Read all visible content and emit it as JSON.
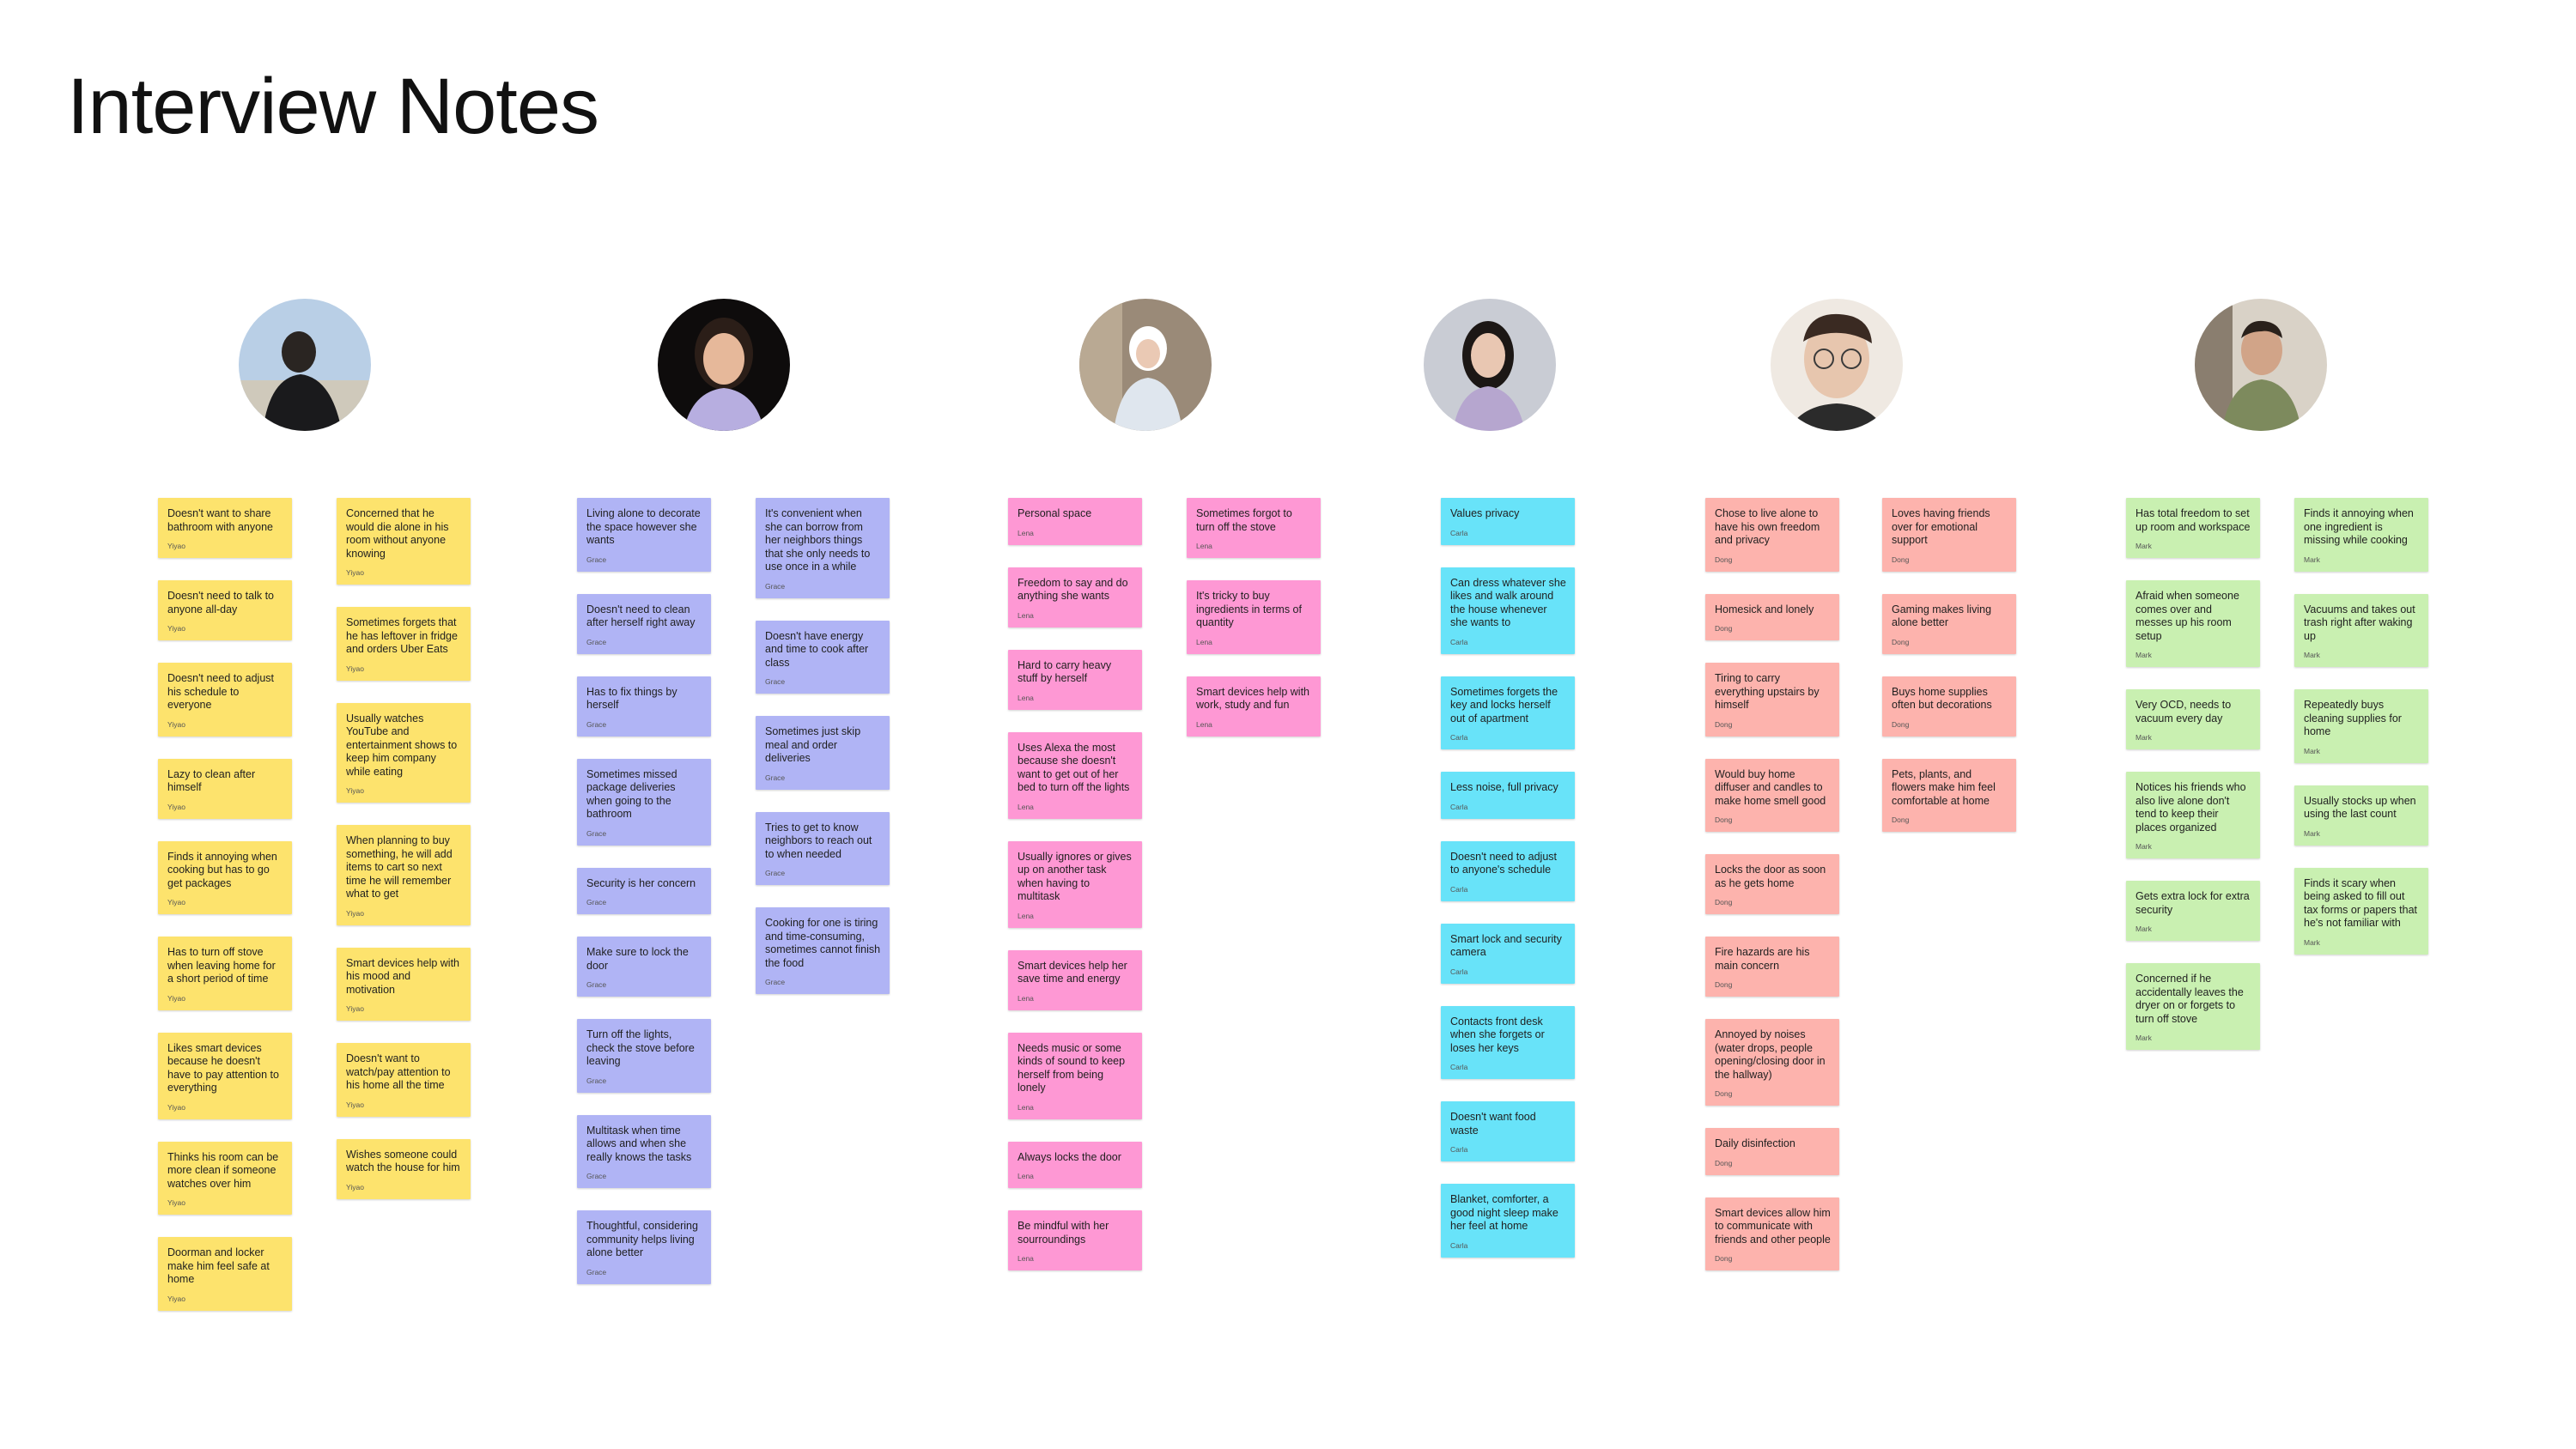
{
  "page": {
    "title": "Interview Notes"
  },
  "colors": {
    "yiyao": "#fde36d",
    "grace": "#b0b4f5",
    "lena": "#fe98d4",
    "carla": "#68e3f9",
    "dong": "#fdb3ad",
    "mark": "#c9f0b1"
  },
  "avatars": [
    {
      "person": "Yiyao",
      "icon": "avatar-photo"
    },
    {
      "person": "Grace",
      "icon": "avatar-photo"
    },
    {
      "person": "Lena",
      "icon": "avatar-photo"
    },
    {
      "person": "Carla",
      "icon": "avatar-photo"
    },
    {
      "person": "Dong",
      "icon": "avatar-photo"
    },
    {
      "person": "Mark",
      "icon": "avatar-photo"
    }
  ],
  "columns": [
    {
      "notes": [
        {
          "text": "Doesn't want to share bathroom with anyone",
          "author": "Yiyao"
        },
        {
          "text": "Doesn't need to talk to anyone all-day",
          "author": "Yiyao"
        },
        {
          "text": "Doesn't need to adjust his schedule to everyone",
          "author": "Yiyao"
        },
        {
          "text": "Lazy to clean after himself",
          "author": "Yiyao"
        },
        {
          "text": "Finds it annoying when cooking but has to go get packages",
          "author": "Yiyao"
        },
        {
          "text": "Has to turn off stove when leaving home for a short period of time",
          "author": "Yiyao"
        },
        {
          "text": "Likes smart devices because he doesn't have to pay attention to everything",
          "author": "Yiyao"
        },
        {
          "text": "Thinks his room can be more clean if someone watches over him",
          "author": "Yiyao"
        },
        {
          "text": "Doorman and locker make him feel safe at home",
          "author": "Yiyao"
        }
      ]
    },
    {
      "notes": [
        {
          "text": "Concerned that he would die alone in his room without anyone knowing",
          "author": "Yiyao"
        },
        {
          "text": "Sometimes forgets that he has leftover in fridge and orders Uber Eats",
          "author": "Yiyao"
        },
        {
          "text": "Usually watches YouTube and entertainment shows to keep him company while eating",
          "author": "Yiyao"
        },
        {
          "text": "When planning to buy something, he will add items to cart so next time he will remember what to get",
          "author": "Yiyao"
        },
        {
          "text": "Smart devices help with his mood and motivation",
          "author": "Yiyao"
        },
        {
          "text": "Doesn't want to watch/pay attention to his home all the time",
          "author": "Yiyao"
        },
        {
          "text": "Wishes someone could watch the house for him",
          "author": "Yiyao"
        }
      ]
    },
    {
      "notes": [
        {
          "text": "Living alone to decorate the space however she wants",
          "author": "Grace"
        },
        {
          "text": "Doesn't need to clean after herself right away",
          "author": "Grace"
        },
        {
          "text": "Has to fix things by herself",
          "author": "Grace"
        },
        {
          "text": "Sometimes missed package deliveries when going to the bathroom",
          "author": "Grace"
        },
        {
          "text": "Security is her concern",
          "author": "Grace"
        },
        {
          "text": "Make sure to lock the door",
          "author": "Grace"
        },
        {
          "text": "Turn off the lights, check the stove before leaving",
          "author": "Grace"
        },
        {
          "text": "Multitask when time allows and when she really knows the tasks",
          "author": "Grace"
        },
        {
          "text": "Thoughtful, considering community helps living alone better",
          "author": "Grace"
        }
      ]
    },
    {
      "notes": [
        {
          "text": "It's convenient when she can borrow from her neighbors things that she only needs to use once in a while",
          "author": "Grace"
        },
        {
          "text": "Doesn't have energy and time to cook after class",
          "author": "Grace"
        },
        {
          "text": "Sometimes just skip meal and order deliveries",
          "author": "Grace"
        },
        {
          "text": "Tries to get to know neighbors to reach out to when needed",
          "author": "Grace"
        },
        {
          "text": "Cooking for one is tiring and time-consuming, sometimes cannot finish the food",
          "author": "Grace"
        }
      ]
    },
    {
      "notes": [
        {
          "text": "Personal space",
          "author": "Lena"
        },
        {
          "text": "Freedom to say and do anything she wants",
          "author": "Lena"
        },
        {
          "text": "Hard to carry heavy stuff by herself",
          "author": "Lena"
        },
        {
          "text": "Uses Alexa the most because she doesn't want to get out of her bed to turn off the lights",
          "author": "Lena"
        },
        {
          "text": "Usually ignores or gives up on another task when having to multitask",
          "author": "Lena"
        },
        {
          "text": "Smart devices help her save time and energy",
          "author": "Lena"
        },
        {
          "text": "Needs music or some kinds of sound to keep herself from being lonely",
          "author": "Lena"
        },
        {
          "text": "Always locks the door",
          "author": "Lena"
        },
        {
          "text": "Be mindful with her sourroundings",
          "author": "Lena"
        }
      ]
    },
    {
      "notes": [
        {
          "text": "Sometimes forgot to turn off the stove",
          "author": "Lena"
        },
        {
          "text": "It's tricky to buy ingredients in terms of quantity",
          "author": "Lena"
        },
        {
          "text": "Smart devices help with work, study and fun",
          "author": "Lena"
        }
      ]
    },
    {
      "notes": [
        {
          "text": "Values privacy",
          "author": "Carla"
        },
        {
          "text": "Can dress whatever she likes and walk around the house whenever she wants to",
          "author": "Carla"
        },
        {
          "text": "Sometimes forgets the key and locks herself out of apartment",
          "author": "Carla"
        },
        {
          "text": "Less noise, full privacy",
          "author": "Carla"
        },
        {
          "text": "Doesn't need to adjust to anyone's schedule",
          "author": "Carla"
        },
        {
          "text": "Smart lock and security camera",
          "author": "Carla"
        },
        {
          "text": "Contacts front desk when she forgets or loses her keys",
          "author": "Carla"
        },
        {
          "text": "Doesn't want food waste",
          "author": "Carla"
        },
        {
          "text": "Blanket, comforter, a good night sleep make her feel at home",
          "author": "Carla"
        }
      ]
    },
    {
      "notes": [
        {
          "text": "Chose to live alone to have his own freedom and privacy",
          "author": "Dong"
        },
        {
          "text": "Homesick and lonely",
          "author": "Dong"
        },
        {
          "text": "Tiring to carry everything upstairs by himself",
          "author": "Dong"
        },
        {
          "text": "Would buy home diffuser and candles to make home smell good",
          "author": "Dong"
        },
        {
          "text": "Locks the door as soon as he gets home",
          "author": "Dong"
        },
        {
          "text": "Fire hazards are his main concern",
          "author": "Dong"
        },
        {
          "text": "Annoyed by noises (water drops, people opening/closing door in the hallway)",
          "author": "Dong"
        },
        {
          "text": "Daily disinfection",
          "author": "Dong"
        },
        {
          "text": "Smart devices allow him to communicate with friends and other people",
          "author": "Dong"
        }
      ]
    },
    {
      "notes": [
        {
          "text": "Loves having friends over for emotional support",
          "author": "Dong"
        },
        {
          "text": "Gaming makes living alone better",
          "author": "Dong"
        },
        {
          "text": "Buys home supplies often but decorations",
          "author": "Dong"
        },
        {
          "text": "Pets, plants, and flowers make him feel comfortable at home",
          "author": "Dong"
        }
      ]
    },
    {
      "notes": [
        {
          "text": "Has total freedom to set up room and workspace",
          "author": "Mark"
        },
        {
          "text": "Afraid when someone comes over and messes up his room setup",
          "author": "Mark"
        },
        {
          "text": "Very OCD, needs to vacuum every day",
          "author": "Mark"
        },
        {
          "text": "Notices his friends who also live alone don't tend to keep their places organized",
          "author": "Mark"
        },
        {
          "text": "Gets extra lock for extra security",
          "author": "Mark"
        },
        {
          "text": "Concerned if he accidentally leaves the dryer on or forgets to turn off stove",
          "author": "Mark"
        }
      ]
    },
    {
      "notes": [
        {
          "text": "Finds it annoying when one ingredient is missing while cooking",
          "author": "Mark"
        },
        {
          "text": "Vacuums and takes out trash right after waking up",
          "author": "Mark"
        },
        {
          "text": "Repeatedly buys cleaning supplies for home",
          "author": "Mark"
        },
        {
          "text": "Usually stocks up when using the last count",
          "author": "Mark"
        },
        {
          "text": "Finds it scary when being asked to fill out tax forms or papers that he's not familiar with",
          "author": "Mark"
        }
      ]
    }
  ]
}
